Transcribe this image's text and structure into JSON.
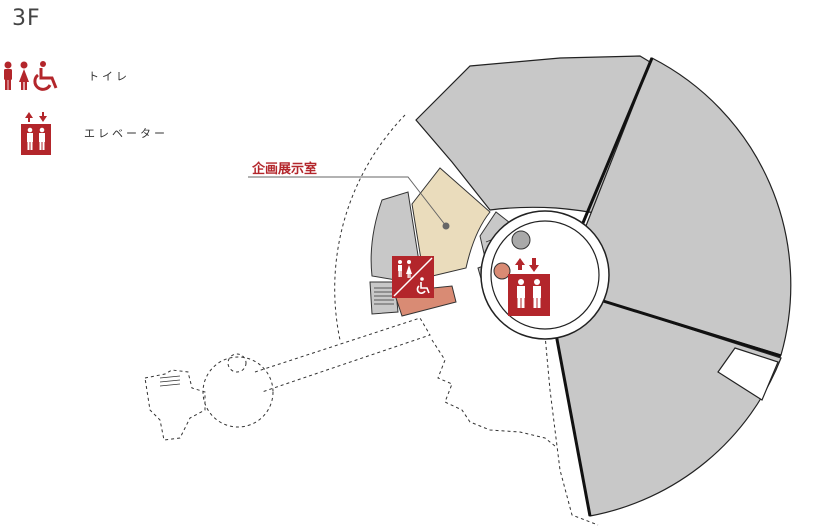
{
  "floor": "3F",
  "legend": {
    "toilet": {
      "label": "トイレ",
      "icon": "toilet-icon"
    },
    "elevator": {
      "label": "エレベーター",
      "icon": "elevator-icon"
    }
  },
  "areas": {
    "exhibition": {
      "label": "企画展示室"
    }
  },
  "colors": {
    "accent": "#b3262b",
    "room_gray": "#c8c8c8",
    "exhibition_fill": "#eadcbc",
    "toilet_room": "#d98b74",
    "outline": "#333333"
  }
}
